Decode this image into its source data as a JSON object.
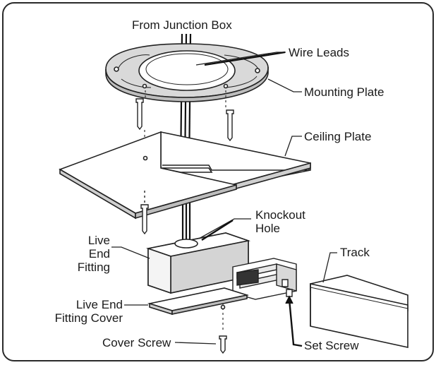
{
  "labels": {
    "from_junction_box": "From Junction Box",
    "wire_leads": "Wire Leads",
    "mounting_plate": "Mounting Plate",
    "ceiling_plate": "Ceiling Plate",
    "knockout_hole": [
      "Knockout",
      "Hole"
    ],
    "live_end_fitting": [
      "Live",
      "End",
      "Fitting"
    ],
    "track": "Track",
    "live_end_fitting_cover": [
      "Live End",
      "Fitting Cover"
    ],
    "set_screw": "Set Screw",
    "cover_screw": "Cover Screw"
  }
}
